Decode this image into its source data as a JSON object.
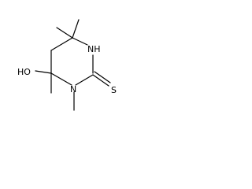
{
  "molecule": {
    "atoms": {
      "hydroxyl": "HO",
      "amine_nh": "NH",
      "amine_n": "N",
      "thione_s": "S"
    }
  }
}
